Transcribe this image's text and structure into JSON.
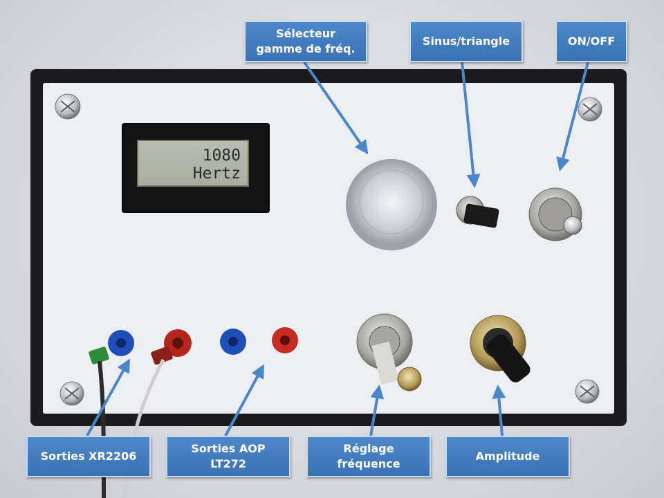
{
  "display": {
    "value": "1080",
    "unit": "Hertz"
  },
  "callouts": {
    "freq_range_selector": [
      "Sélecteur",
      "gamme de fréq."
    ],
    "waveform": [
      "Sinus/triangle"
    ],
    "power": [
      "ON/OFF"
    ],
    "xr2206_outputs": [
      "Sorties XR2206"
    ],
    "aop_outputs": [
      "Sorties AOP",
      "LT272"
    ],
    "freq_adjust": [
      "Réglage",
      "fréquence"
    ],
    "amplitude": [
      "Amplitude"
    ]
  },
  "colors": {
    "callout_fill": "#3f7bbf",
    "callout_border": "#c9dcf2",
    "arrow": "#4a86c8",
    "enclosure_frame": "#1c1c1f",
    "front_panel": "#eceef2",
    "jack_blue": "#1e4fb8",
    "jack_red": "#b3261e",
    "jack_green": "#2f8a3a"
  },
  "icons": {
    "screw": "screw-icon",
    "jack": "banana-jack-icon",
    "knob": "knob-icon",
    "toggle": "toggle-switch-icon",
    "potentiometer": "potentiometer-icon"
  }
}
